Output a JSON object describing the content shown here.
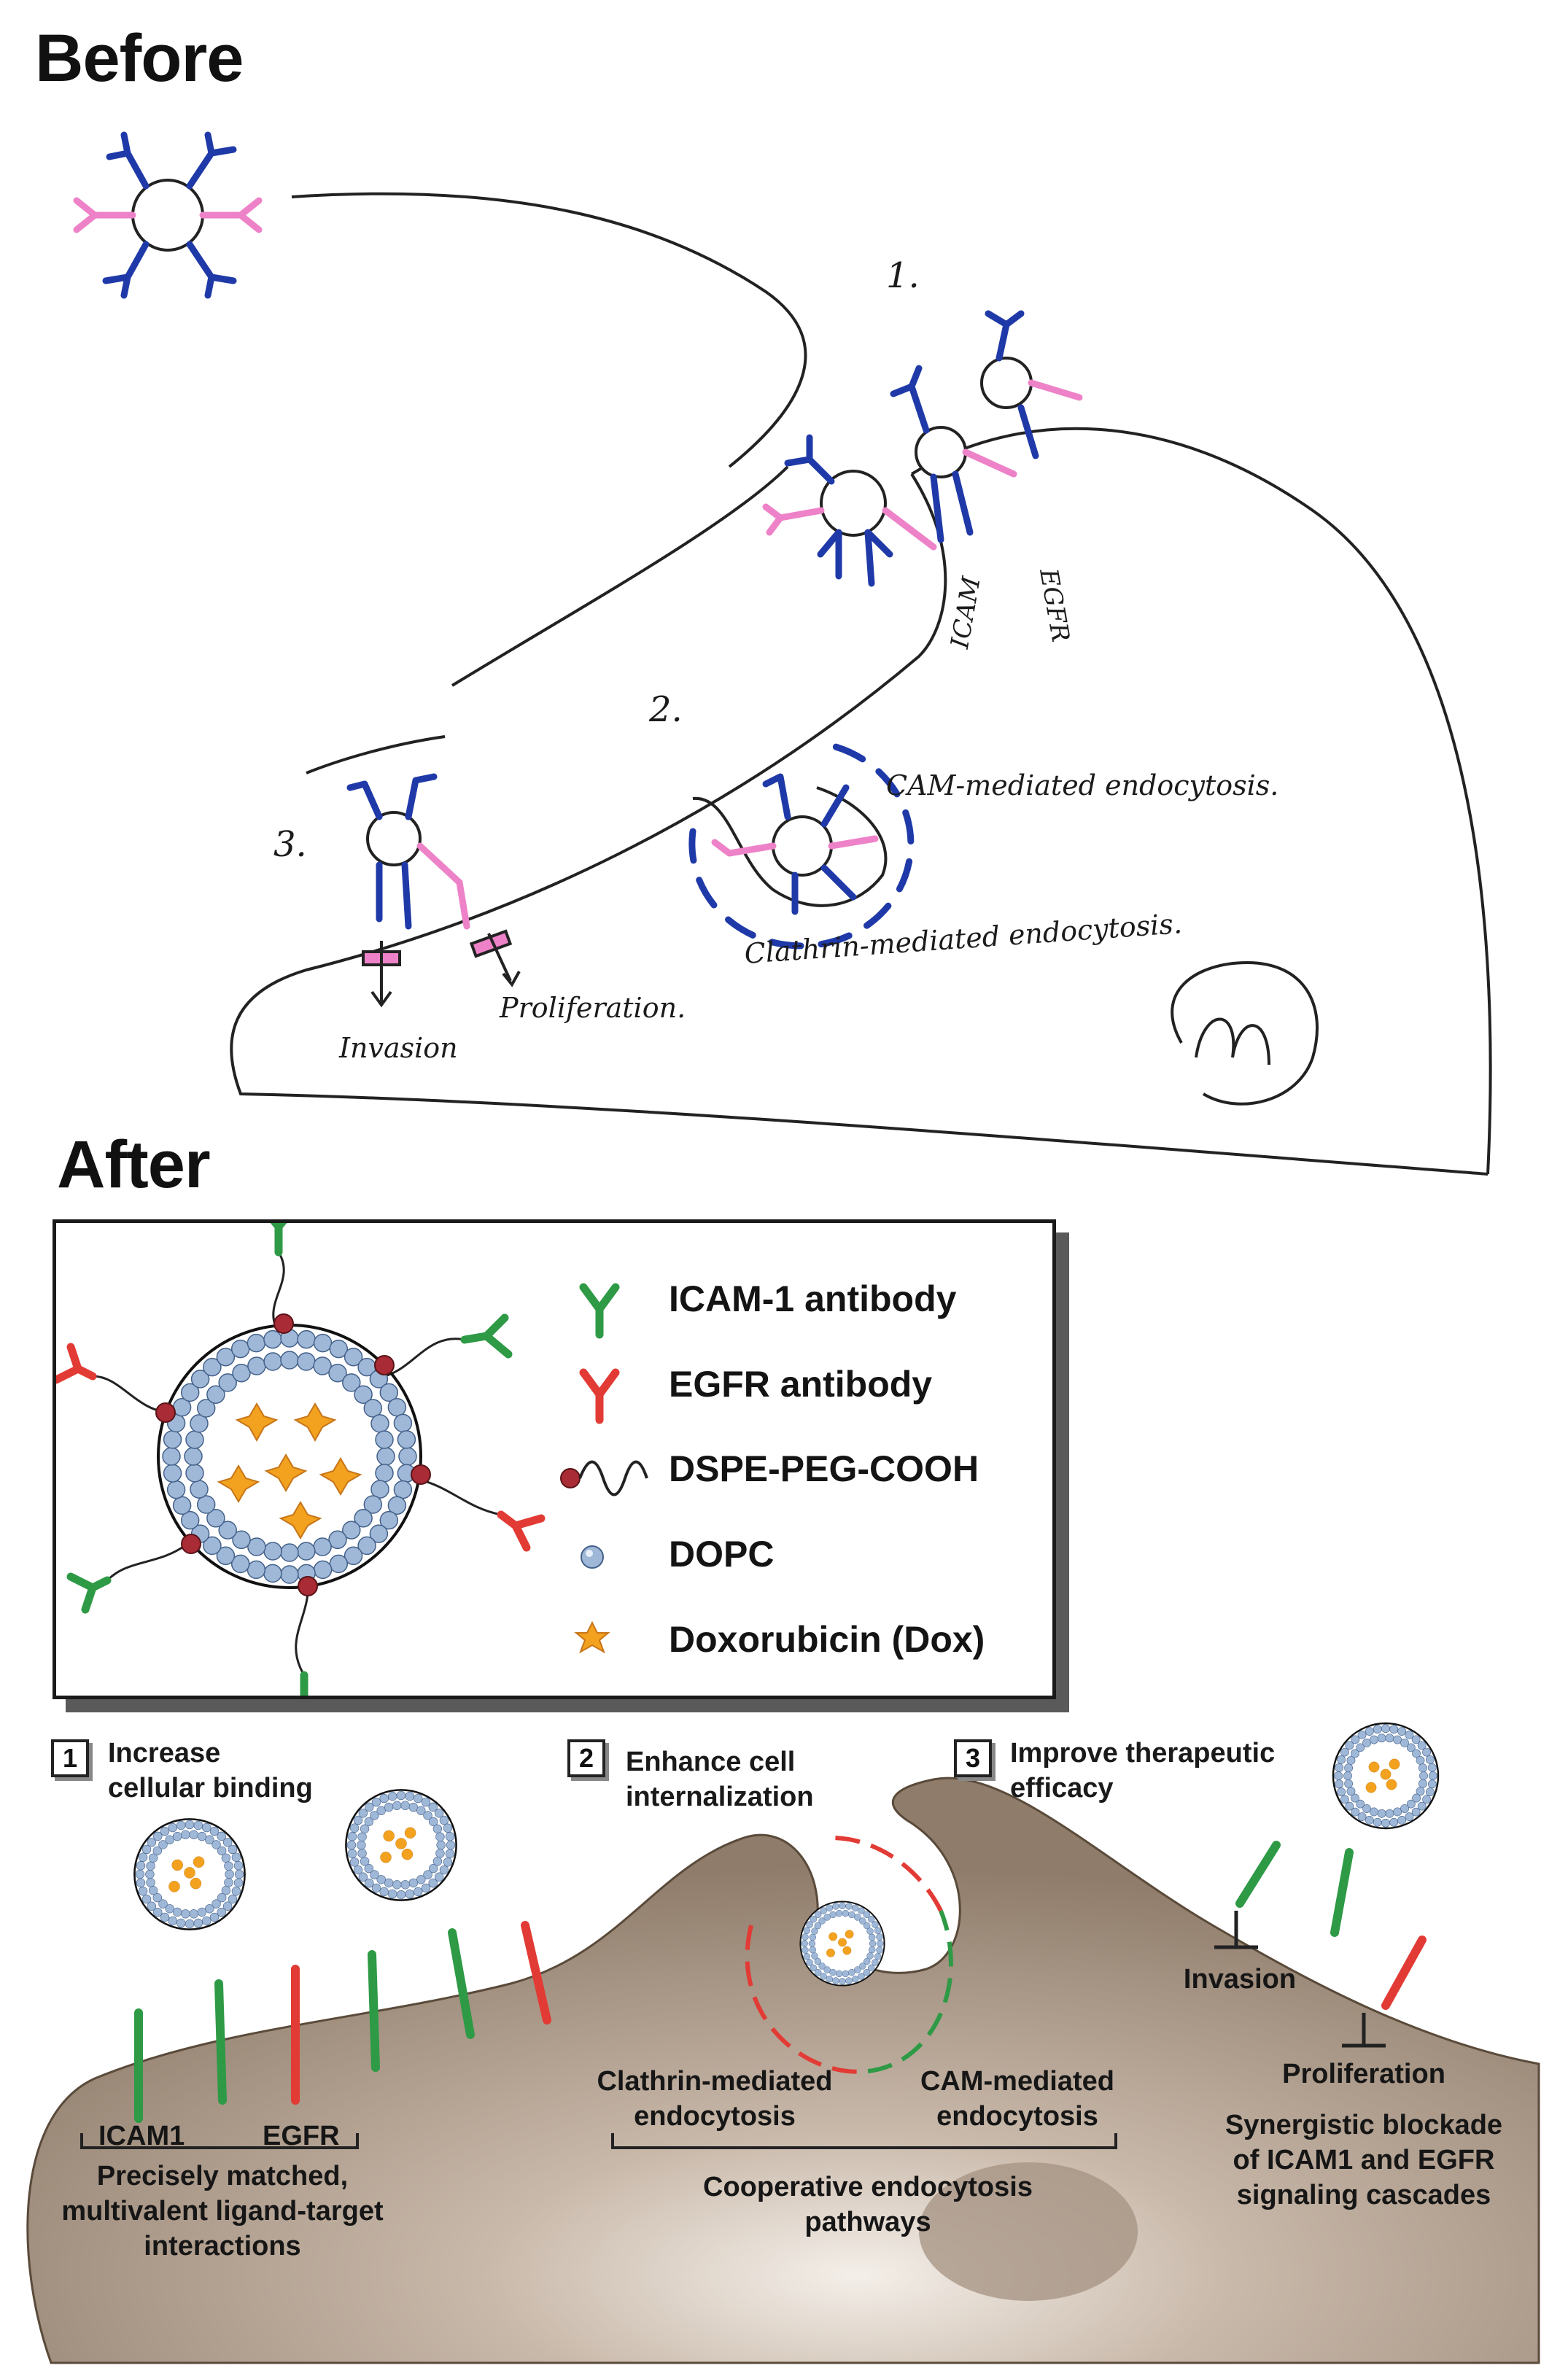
{
  "before": {
    "heading": "Before",
    "step_numbers": [
      "1.",
      "2.",
      "3."
    ],
    "labels": {
      "icam": "ICAM",
      "egfr": "EGFR",
      "cam_endocytosis": "CAM-mediated endocytosis.",
      "clathrin_endocytosis": "Clathrin-mediated endocytosis.",
      "proliferation": "Proliferation.",
      "invasion": "Invasion"
    }
  },
  "after": {
    "heading": "After",
    "legend": [
      {
        "label": "ICAM-1 antibody",
        "icon": "green-antibody-icon"
      },
      {
        "label": "EGFR antibody",
        "icon": "red-antibody-icon"
      },
      {
        "label": "DSPE-PEG-COOH",
        "icon": "peg-linker-icon"
      },
      {
        "label": "DOPC",
        "icon": "blue-lipid-sphere-icon"
      },
      {
        "label": "Doxorubicin (Dox)",
        "icon": "orange-drug-star-icon"
      }
    ],
    "steps": [
      {
        "number": "1",
        "title": "Increase\ncellular binding"
      },
      {
        "number": "2",
        "title": "Enhance cell\ninternalization"
      },
      {
        "number": "3",
        "title": "Improve therapeutic\nefficacy"
      }
    ],
    "cell_labels": {
      "icam1": "ICAM1",
      "egfr": "EGFR",
      "matched": "Precisely matched,\nmultivalent ligand-target\ninteractions",
      "clathrin": "Clathrin-mediated\nendocytosis",
      "cam": "CAM-mediated\nendocytosis",
      "cooperative": "Cooperative endocytosis\npathways",
      "invasion": "Invasion",
      "proliferation": "Proliferation",
      "synergistic": "Synergistic blockade\nof ICAM1 and EGFR\nsignaling cascades"
    }
  },
  "colors": {
    "blue_antibody": "#1f3aa8",
    "pink_antibody": "#ee82c8",
    "green_antibody": "#2e9a46",
    "red_antibody": "#e23b35",
    "cell_fill": "#9a8878",
    "lipid": "#9fb8d8",
    "drug": "#f2a21e"
  }
}
